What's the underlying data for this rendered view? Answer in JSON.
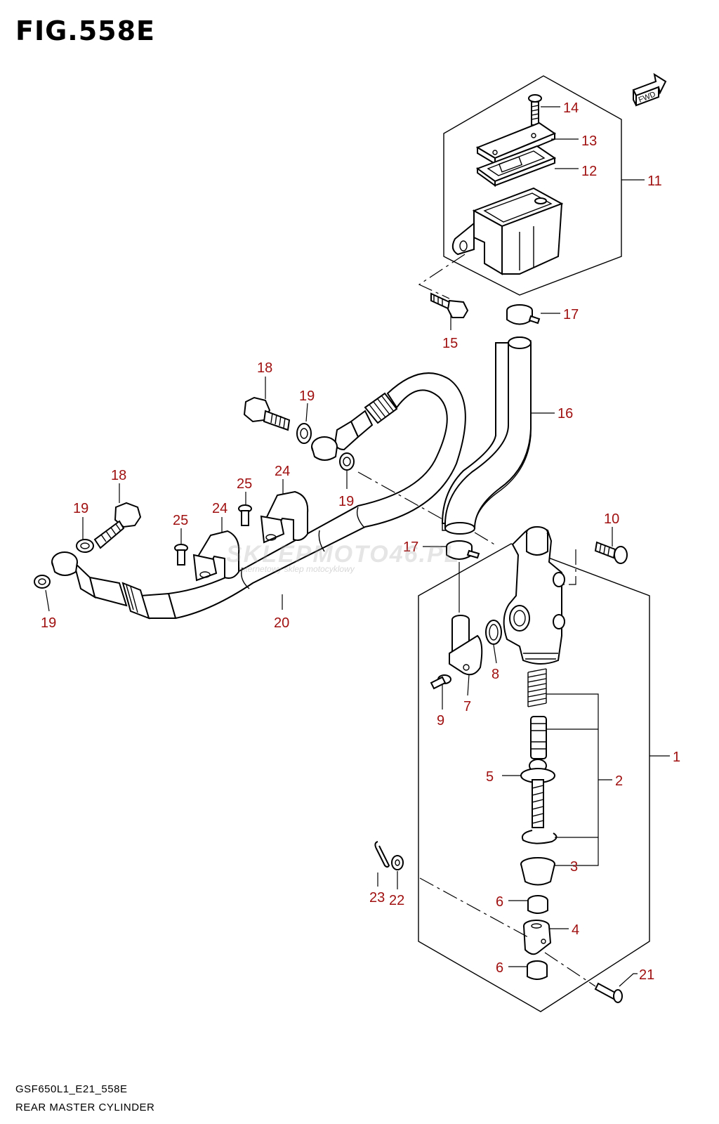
{
  "figure": {
    "title": "FIG.558E",
    "code": "GSF650L1_E21_558E",
    "name": "REAR MASTER CYLINDER",
    "fwd_label": "FWD"
  },
  "watermark": {
    "main": "SKLEPMOTO46.PL",
    "sub": "internetowy sklep motocyklowy"
  },
  "callouts": [
    {
      "id": "c-14",
      "label": "14"
    },
    {
      "id": "c-13",
      "label": "13"
    },
    {
      "id": "c-12",
      "label": "12"
    },
    {
      "id": "c-11",
      "label": "11"
    },
    {
      "id": "c-15",
      "label": "15"
    },
    {
      "id": "c-17a",
      "label": "17"
    },
    {
      "id": "c-18a",
      "label": "18"
    },
    {
      "id": "c-19a",
      "label": "19"
    },
    {
      "id": "c-16",
      "label": "16"
    },
    {
      "id": "c-19b",
      "label": "19"
    },
    {
      "id": "c-24a",
      "label": "24"
    },
    {
      "id": "c-25a",
      "label": "25"
    },
    {
      "id": "c-18b",
      "label": "18"
    },
    {
      "id": "c-19c",
      "label": "19"
    },
    {
      "id": "c-24b",
      "label": "24"
    },
    {
      "id": "c-25b",
      "label": "25"
    },
    {
      "id": "c-10",
      "label": "10"
    },
    {
      "id": "c-17b",
      "label": "17"
    },
    {
      "id": "c-19d",
      "label": "19"
    },
    {
      "id": "c-20",
      "label": "20"
    },
    {
      "id": "c-8",
      "label": "8"
    },
    {
      "id": "c-7",
      "label": "7"
    },
    {
      "id": "c-9",
      "label": "9"
    },
    {
      "id": "c-1",
      "label": "1"
    },
    {
      "id": "c-5",
      "label": "5"
    },
    {
      "id": "c-2",
      "label": "2"
    },
    {
      "id": "c-3",
      "label": "3"
    },
    {
      "id": "c-23",
      "label": "23"
    },
    {
      "id": "c-22",
      "label": "22"
    },
    {
      "id": "c-6a",
      "label": "6"
    },
    {
      "id": "c-4",
      "label": "4"
    },
    {
      "id": "c-6b",
      "label": "6"
    },
    {
      "id": "c-21",
      "label": "21"
    }
  ]
}
